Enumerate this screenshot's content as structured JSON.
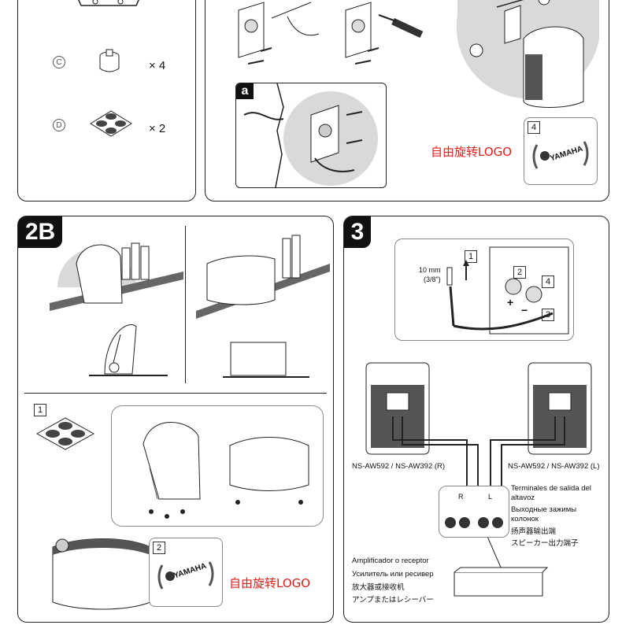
{
  "step1": {
    "parts": [
      {
        "letter": "C",
        "qty": "× 4"
      },
      {
        "letter": "D",
        "qty": "× 2"
      }
    ]
  },
  "step2A": {
    "sub_a": "a",
    "step_4": "4",
    "logo_note": "自由旋转LOGO",
    "brand_mark": "YAMAHA"
  },
  "step2B": {
    "badge": "2B",
    "step_1": "1",
    "step_2": "2",
    "logo_note": "自由旋转LOGO",
    "brand_mark": "YAMAHA"
  },
  "step3": {
    "badge": "3",
    "strip_length": "10 mm",
    "strip_length_in": "(3/8\")",
    "steps": [
      "1",
      "2",
      "3",
      "4"
    ],
    "plus": "+",
    "minus": "−",
    "speaker_right": "NS-AW592 / NS-AW392 (R)",
    "speaker_left": "NS-AW592 / NS-AW392 (L)",
    "terminal_R": "R",
    "terminal_L": "L",
    "output_labels": [
      "Terminales de salida del",
      "altavoz",
      "Выходные зажимы",
      "колонок",
      "扬声器输出端",
      "スピーカー出力端子"
    ],
    "amp_labels": [
      "Amplificador o receptor",
      "Усилитель или ресивер",
      "放大器或接收机",
      "アンプまたはレシーバー"
    ]
  }
}
